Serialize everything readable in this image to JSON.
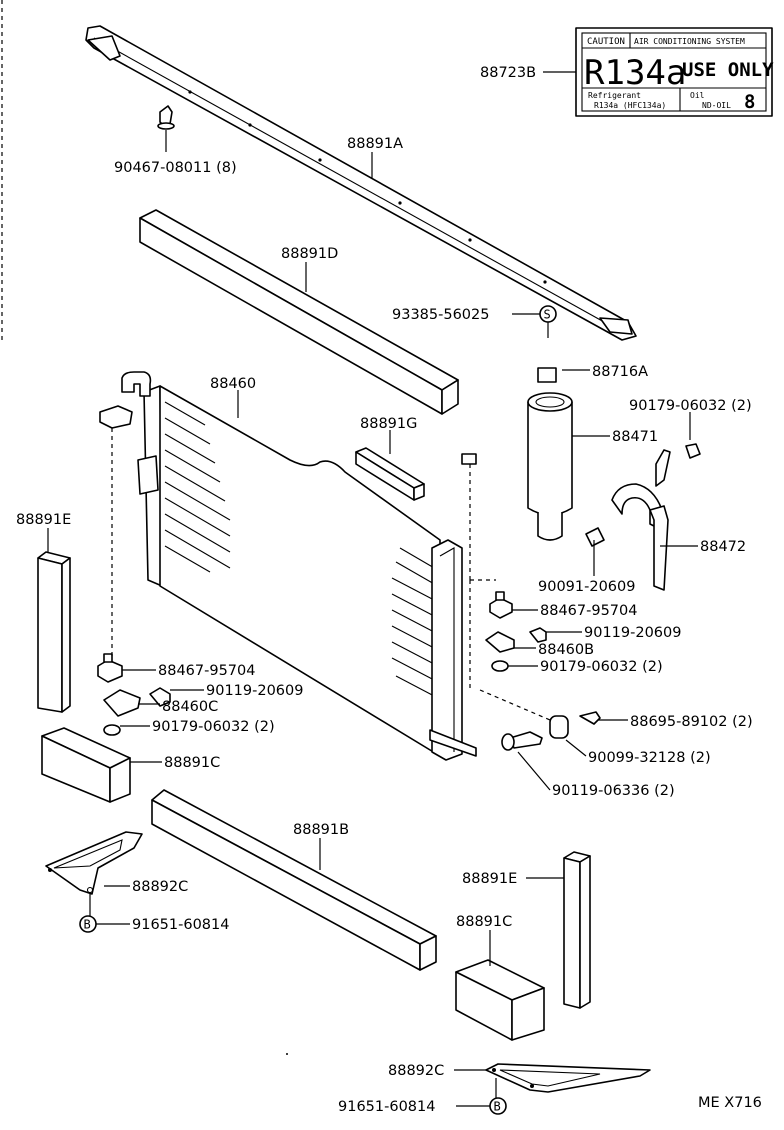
{
  "diagram": {
    "labels": {
      "l1": "88723B",
      "l2": "90467-08011 (8)",
      "l3": "88891A",
      "l4": "88891D",
      "l5": "93385-56025",
      "l6": "88716A",
      "l7": "88460",
      "l8": "90179-06032 (2)",
      "l9": "88891G",
      "l10": "88471",
      "l11": "88891E",
      "l12": "88472",
      "l13": "90091-20609",
      "l14": "88467-95704",
      "l15": "90119-20609",
      "l16": "88460B",
      "l17": "90179-06032 (2)",
      "l18": "88467-95704",
      "l19": "90119-20609",
      "l20": "88460C",
      "l21": "90179-06032 (2)",
      "l22": "88695-89102 (2)",
      "l23": "90099-32128 (2)",
      "l24": "88891C",
      "l25": "90119-06336 (2)",
      "l26": "88891B",
      "l27": "88892C",
      "l28": "91651-60814",
      "l29": "88891E",
      "l30": "88891C",
      "l31": "88892C",
      "l32": "91651-60814",
      "l33": "ME X716"
    },
    "markers": {
      "s": "S",
      "b1": "B",
      "b2": "B"
    },
    "caution_label": {
      "caution": "CAUTION",
      "system": "AIR CONDITIONING SYSTEM",
      "refrigerant_code": "R134a",
      "use_only": "USE ONLY",
      "refrigerant": "Refrigerant",
      "refrigerant_detail": "R134a (HFC134a)",
      "oil": "Oil",
      "oil_detail": "ND-OIL",
      "oil_grade": "8"
    }
  }
}
